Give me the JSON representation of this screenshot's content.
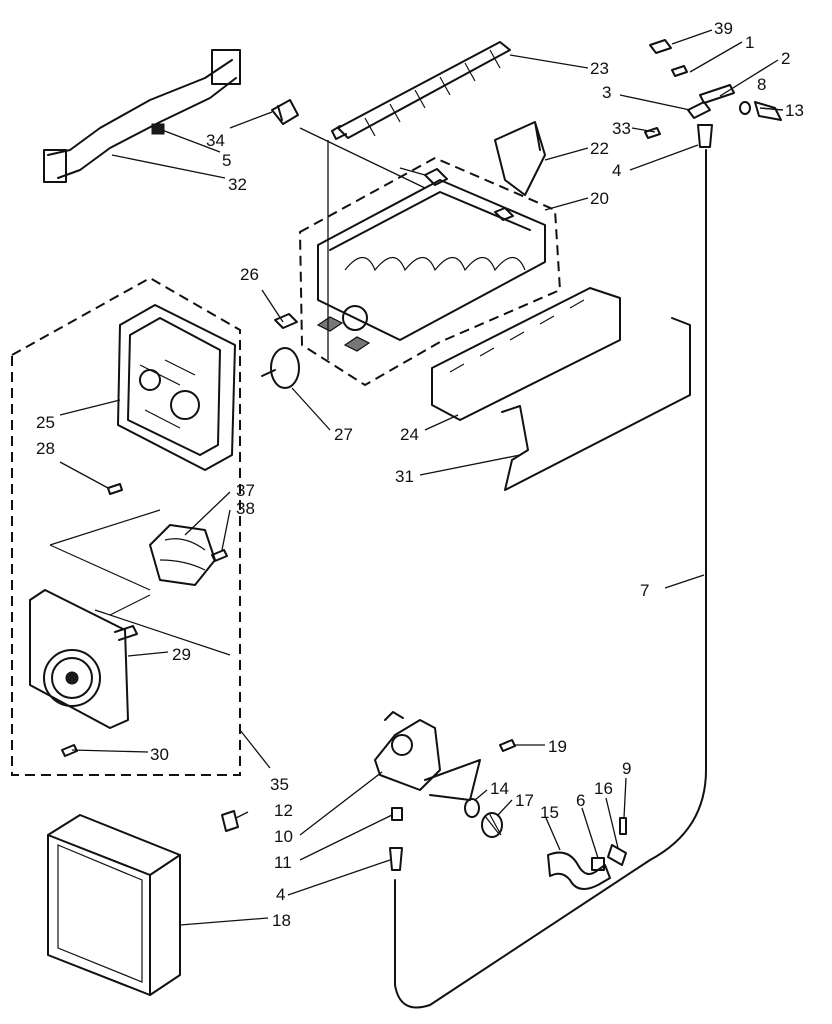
{
  "labels": {
    "l1": "1",
    "l2": "2",
    "l3": "3",
    "l4a": "4",
    "l4b": "4",
    "l5": "5",
    "l6": "6",
    "l7": "7",
    "l8": "8",
    "l9": "9",
    "l10": "10",
    "l11": "11",
    "l12": "12",
    "l13": "13",
    "l14": "14",
    "l15": "15",
    "l16": "16",
    "l17": "17",
    "l18": "18",
    "l19": "19",
    "l20": "20",
    "l22": "22",
    "l23": "23",
    "l24": "24",
    "l25": "25",
    "l26": "26",
    "l27": "27",
    "l28": "28",
    "l29": "29",
    "l30": "30",
    "l31": "31",
    "l32": "32",
    "l33": "33",
    "l34": "34",
    "l35": "35",
    "l37": "37",
    "l38": "38",
    "l39": "39"
  }
}
